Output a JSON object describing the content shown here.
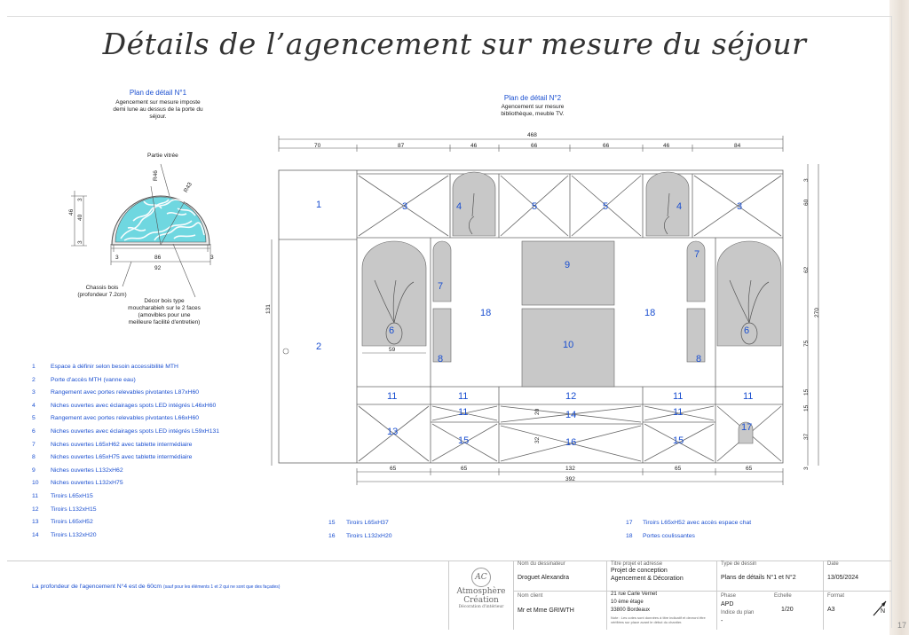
{
  "title": "Détails de l’agencement sur mesure du séjour",
  "page_number": "17",
  "detail1": {
    "heading": "Plan de détail N°1",
    "description": [
      "Agencement sur mesure imposte",
      "demi lune au dessus de la porte du",
      "séjour."
    ],
    "label_glass": "Partie vitrée",
    "label_frame": [
      "Chassis bois",
      "(profondeur 7.2cm)"
    ],
    "label_decor": [
      "Décor bois type",
      "moucharabieh sur le 2 faces",
      "(amovibles pour une",
      "meilleure facilité d'entretien)"
    ],
    "r_outer": "R46",
    "r_inner": "R43",
    "dims": {
      "h_total": "46",
      "h_inner": "40",
      "h_a": "3",
      "h_b": "3",
      "w_left": "3",
      "w_mid": "86",
      "w_right": "3",
      "w_total": "92"
    }
  },
  "detail2": {
    "heading": "Plan de détail N°2",
    "description": [
      "Agencement sur mesure",
      "bibliothèque, meuble TV."
    ],
    "dim_total_top": "468",
    "dims_top": [
      "70",
      "87",
      "46",
      "66",
      "66",
      "46",
      "84"
    ],
    "dims_bottom": [
      "65",
      "65",
      "132",
      "65",
      "65"
    ],
    "dim_total_bottom": "392",
    "dim_left": "131",
    "dims_right": [
      "3",
      "60",
      "62",
      "75",
      "15",
      "15",
      "37",
      "3"
    ],
    "dim_right_total": "270",
    "dim_59": "59",
    "dim_20": "20",
    "dim_32": "32",
    "numbers": [
      "1",
      "2",
      "3",
      "4",
      "5",
      "5",
      "4",
      "3",
      "6",
      "7",
      "8",
      "9",
      "10",
      "18",
      "18",
      "7",
      "6",
      "8",
      "11",
      "11",
      "12",
      "11",
      "11",
      "11",
      "14",
      "11",
      "13",
      "15",
      "16",
      "15",
      "17"
    ]
  },
  "legend": [
    {
      "n": "1",
      "text": "Espace à définir selon besoin accessibilité MTH"
    },
    {
      "n": "2",
      "text": "Porte d'accès MTH (vanne eau)"
    },
    {
      "n": "3",
      "text": "Rangement avec portes relevables pivotantes L87xH60"
    },
    {
      "n": "4",
      "text": "Niches ouvertes avec éclairages spots LED intégrés L46xH60"
    },
    {
      "n": "5",
      "text": "Rangement avec portes relevables pivotantes L66xH60"
    },
    {
      "n": "6",
      "text": "Niches ouvertes avec éclairages spots LED intégrés L59xH131"
    },
    {
      "n": "7",
      "text": "Niches ouvertes L65xH62 avec tablette intermédiaire"
    },
    {
      "n": "8",
      "text": "Niches ouvertes L65xH75 avec tablette intermédiaire"
    },
    {
      "n": "9",
      "text": "Niches ouvertes L132xH62"
    },
    {
      "n": "10",
      "text": "Niches ouvertes L132xH75"
    },
    {
      "n": "11",
      "text": "Tiroirs L65xH15"
    },
    {
      "n": "12",
      "text": "Tiroirs L132xH15"
    },
    {
      "n": "13",
      "text": "Tiroirs L65xH52"
    },
    {
      "n": "14",
      "text": "Tiroirs L132xH20"
    }
  ],
  "legend2": [
    {
      "n": "15",
      "text": "Tiroirs L65xH37"
    },
    {
      "n": "16",
      "text": "Tiroirs L132xH20"
    }
  ],
  "legend3": [
    {
      "n": "17",
      "text": "Tiroirs L65xH52 avec accès espace chat"
    },
    {
      "n": "18",
      "text": "Portes coulissantes"
    }
  ],
  "footnote_main": "La profondeur de l'agencement N°4 est de 60cm",
  "footnote_small": "(sauf pour les éléments 1 et 2 qui ne sont que des façades)",
  "logo": {
    "monogram": "AC",
    "line1": "Atmosphère",
    "line2": "Création",
    "line3": "Décoration d'intérieur"
  },
  "cartouche": {
    "designer_label": "Nom du dessinateur",
    "designer": "Droguet Alexandra",
    "client_label": "Nom client",
    "client": "Mr et Mme GRIWTH",
    "project_label": "Titre projet et adresse",
    "project_line1": "Projet de conception",
    "project_line2": "Agencement & Décoration",
    "address1": "21 rue Carle Vernet",
    "address2": "10 ème étage",
    "address3": "33800 Bordeaux",
    "note": "Note : Les cotes sont données à titre indicatif et devront être vérifiées sur place avant le début du chantier.",
    "type_label": "Type de dessin",
    "type": "Plans de détails N°1 et N°2",
    "date_label": "Date",
    "date": "13/05/2024",
    "phase_label": "Phase",
    "phase": "APD",
    "index_label": "Indice du plan",
    "index": "-",
    "scale_label": "Echelle",
    "scale": "1/20",
    "format_label": "Format",
    "format": "A3",
    "north": "N"
  },
  "colors": {
    "accent": "#1a4fd0",
    "glass": "#6fd7e0",
    "shade": "#c8c8c8"
  }
}
